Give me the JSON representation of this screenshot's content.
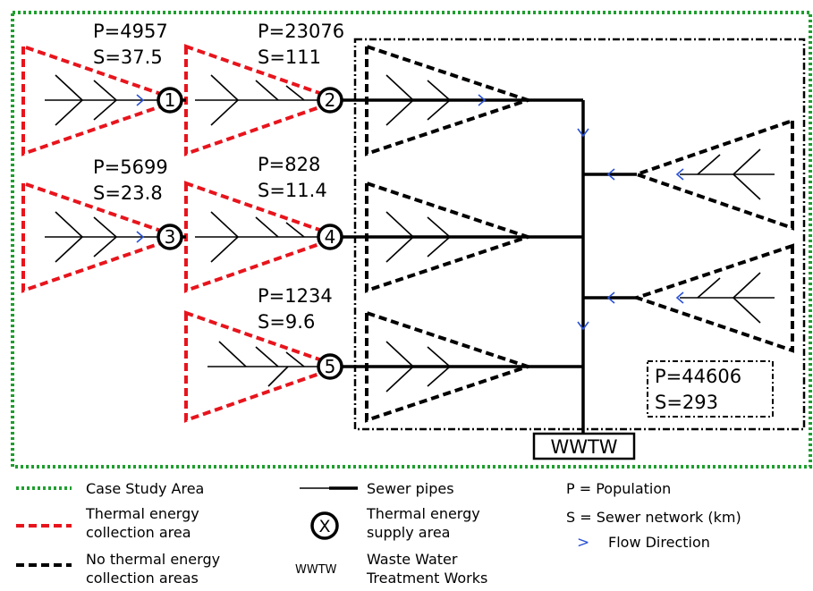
{
  "areas": [
    {
      "id": "a1",
      "node": "1",
      "P": "P=4957",
      "S": "S=37.5"
    },
    {
      "id": "a2",
      "node": "2",
      "P": "P=23076",
      "S": "S=111"
    },
    {
      "id": "a3",
      "node": "3",
      "P": "P=5699",
      "S": "S=23.8"
    },
    {
      "id": "a4",
      "node": "4",
      "P": "P=828",
      "S": "S=11.4"
    },
    {
      "id": "a5",
      "node": "5",
      "P": "P=1234",
      "S": "S=9.6"
    }
  ],
  "no_collection_total": {
    "P": "P=44606",
    "S": "S=293"
  },
  "wwtw_label": "WWTW",
  "legend": {
    "case_study": "Case Study Area",
    "thermal_collection": [
      "Thermal energy",
      "collection area"
    ],
    "no_thermal": [
      "No thermal energy",
      "collection areas"
    ],
    "sewer_pipes": "Sewer pipes",
    "supply_symbol": "X",
    "supply_area": [
      "Thermal energy",
      "supply area"
    ],
    "wwtw_abbr": "WWTW",
    "wwtw_full": [
      "Waste Water",
      "Treatment Works"
    ],
    "population": "P = Population",
    "sewer_network": "S = Sewer network (km)",
    "flow_symbol": ">",
    "flow_direction": "Flow Direction"
  },
  "colors": {
    "case_study": "#1f9e2f",
    "thermal": "#e8141c",
    "no_thermal": "#000000",
    "flow": "#2a52d4"
  }
}
